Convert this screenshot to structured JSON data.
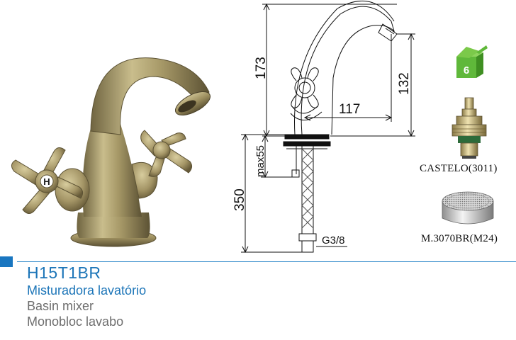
{
  "product": {
    "code": "H15T1BR",
    "name_pt": "Misturadora lavatório",
    "name_en": "Basin mixer",
    "name_fr": "Monobloc lavabo"
  },
  "dimensions": {
    "height_total": "173",
    "spout_height": "132",
    "spout_reach": "117",
    "max_thickness": "max55",
    "hose_length": "350",
    "thread": "G3/8"
  },
  "warranty": {
    "years": "6"
  },
  "parts": {
    "cartridge_label": "CASTELO(3011)",
    "aerator_label": "M.3070BR(M24)"
  },
  "handle_marks": {
    "hot": "H"
  },
  "colors": {
    "brand_blue": "#1c75b8",
    "bronze": "#a89868",
    "warranty_green": "#5fb83a"
  }
}
